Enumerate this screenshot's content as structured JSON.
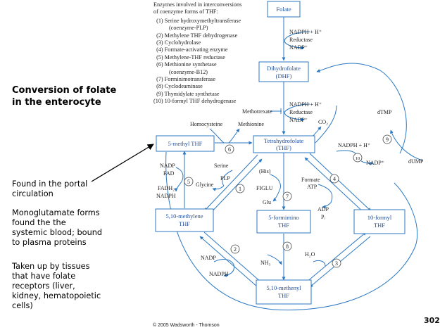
{
  "enzymes": {
    "header_line1": "Enzymes involved in interconversions",
    "header_line2": "of coenzyme forms of THF:",
    "items": [
      {
        "num": "(1)",
        "name": "Serine hydroxymethyltransferase",
        "sub": "(coenzyme-PLP)"
      },
      {
        "num": "(2)",
        "name": "Methylene THF dehydrogenase",
        "sub": ""
      },
      {
        "num": "(3)",
        "name": "Cyclohydrolase",
        "sub": ""
      },
      {
        "num": "(4)",
        "name": "Formate-activating enzyme",
        "sub": ""
      },
      {
        "num": "(5)",
        "name": "Methylene-THF reductase",
        "sub": ""
      },
      {
        "num": "(6)",
        "name": "Methionine synthetase",
        "sub": "(coenzyme-B12)"
      },
      {
        "num": "(7)",
        "name": "Forminimotransferase",
        "sub": ""
      },
      {
        "num": "(8)",
        "name": "Cyclodeaminase",
        "sub": ""
      },
      {
        "num": "(9)",
        "name": "Thymidylate synthetase",
        "sub": ""
      },
      {
        "num": "(10)",
        "name": "10-formyl THF dehydrogenase",
        "sub": ""
      }
    ]
  },
  "side": {
    "title_line1": "Conversion of folate",
    "title_line2": "in the enterocyte",
    "p1_line1": "Found in the portal",
    "p1_line2": "circulation",
    "p2_line1": "Monoglutamate forms",
    "p2_line2": "found the the",
    "p2_line3": "systemic blood; bound",
    "p2_line4": "to plasma proteins",
    "p3_line1": "Taken up by tissues",
    "p3_line2": "that have folate",
    "p3_line3": "receptors (liver,",
    "p3_line4": "kidney, hematopoietic",
    "p3_line5": "cells)"
  },
  "boxes": {
    "folate": "Folate",
    "dhf_1": "Dihydrofolate",
    "dhf_2": "(DHF)",
    "thf_1": "Tetrahydrofolate",
    "thf_2": "(THF)",
    "methyl_thf": "5-methyl THF",
    "methylene_1": "5,10-methylene",
    "methylene_2": "THF",
    "formimino_1": "5-formimino",
    "formimino_2": "THF",
    "formyl_1": "10-formyl",
    "formyl_2": "THF",
    "methenyl_1": "5,10-methenyl",
    "methenyl_2": "THF"
  },
  "labels": {
    "nadph_h": "NADPH + H⁺",
    "reductase": "Reductase",
    "nadp_plus": "NADP⁺",
    "methotrexate": "Methotrexate",
    "homocysteine": "Homocysteine",
    "methionine": "Methionine",
    "dtmp": "dTMP",
    "dump": "dUMP",
    "co2": "CO₂",
    "nadp": "NADP",
    "fad": "FAD",
    "fadh2": "FADH₂",
    "nadph": "NADPH",
    "serine": "Serine",
    "plp": "PLP",
    "glycine": "Glycine",
    "his": "(His)",
    "figlu": "FIGLU",
    "glu": "Glu",
    "formate": "Formate",
    "atp": "ATP",
    "adp": "ADP",
    "pi": "Pᵢ",
    "nh3": "NH₃",
    "h2o": "H₂O"
  },
  "step_numbers": {
    "s1": "1",
    "s2": "2",
    "s3": "3",
    "s4": "4",
    "s5": "5",
    "s6": "6",
    "s7": "7",
    "s8": "8",
    "s9": "9",
    "s10": "10"
  },
  "footer": {
    "copyright": "© 2005 Wadsworth - Thomson",
    "page_number": "302"
  },
  "colors": {
    "box_text": "#1f4e9c",
    "box_border": "#2b78c2",
    "arrow": "#2b78c2",
    "text": "#222222"
  }
}
